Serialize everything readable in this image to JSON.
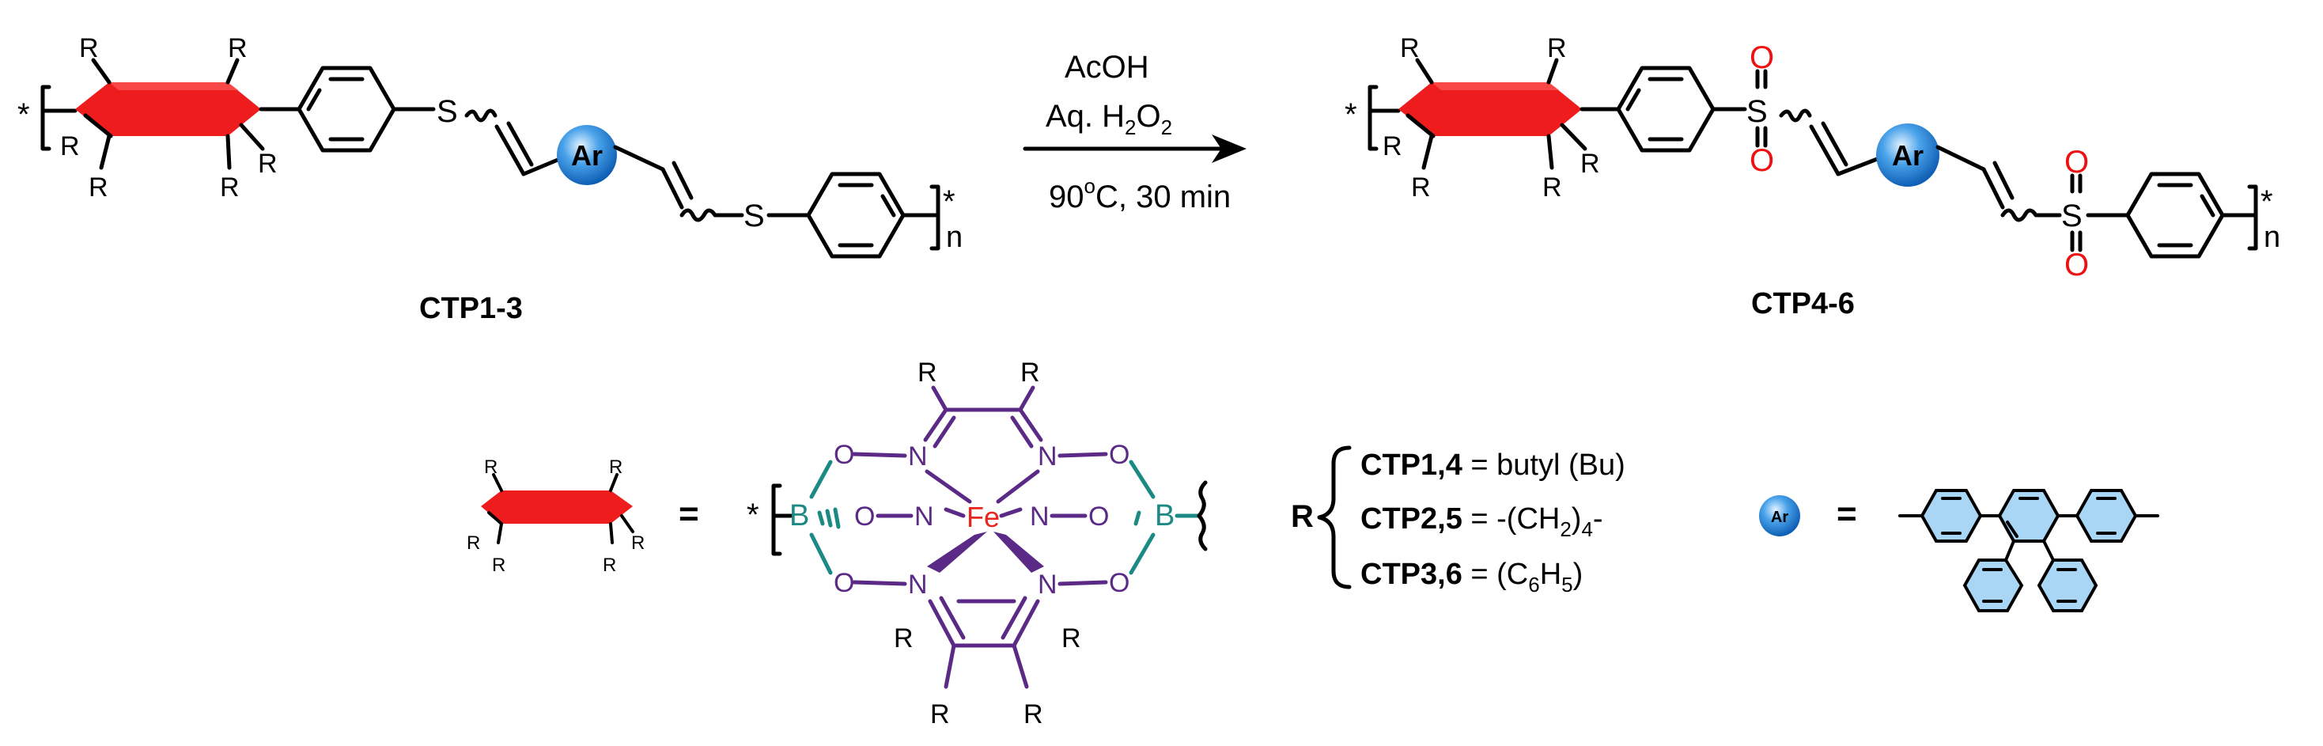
{
  "scheme": {
    "reagents": {
      "line1": "AcOH",
      "line2": "Aq. H",
      "line2_sub": "2",
      "line2_tail": "O",
      "line2_sub2": "2",
      "line3": "90",
      "line3_sup": "o",
      "line3_tail": "C, 30 min"
    },
    "reactant_label": "CTP1-3",
    "product_label": "CTP4-6",
    "atoms": {
      "R": "R",
      "S": "S",
      "O": "O",
      "Ar": "Ar",
      "B": "B",
      "N": "N",
      "Fe": "Fe",
      "star": "*",
      "n": "n"
    },
    "equals": "=",
    "r_definitions": [
      {
        "label": "CTP1,4",
        "text": " = butyl (Bu)"
      },
      {
        "label": "CTP2,5",
        "text": " = -(CH",
        "sub": "2",
        "tail": ")",
        "sub2": "4",
        "tail2": "-"
      },
      {
        "label": "CTP3,6",
        "text": " = (C",
        "sub": "6",
        "tail": "H",
        "sub2": "5",
        "tail2": ")"
      }
    ],
    "colors": {
      "cage": "#ee1c1c",
      "ar_ball": "#2f8fe0",
      "ligand": "#5b2a86",
      "boron": "#1c8a84",
      "iron": "#e8261e",
      "oxygen": "#ee1111",
      "ring_fill": "#a9d6f5"
    }
  }
}
